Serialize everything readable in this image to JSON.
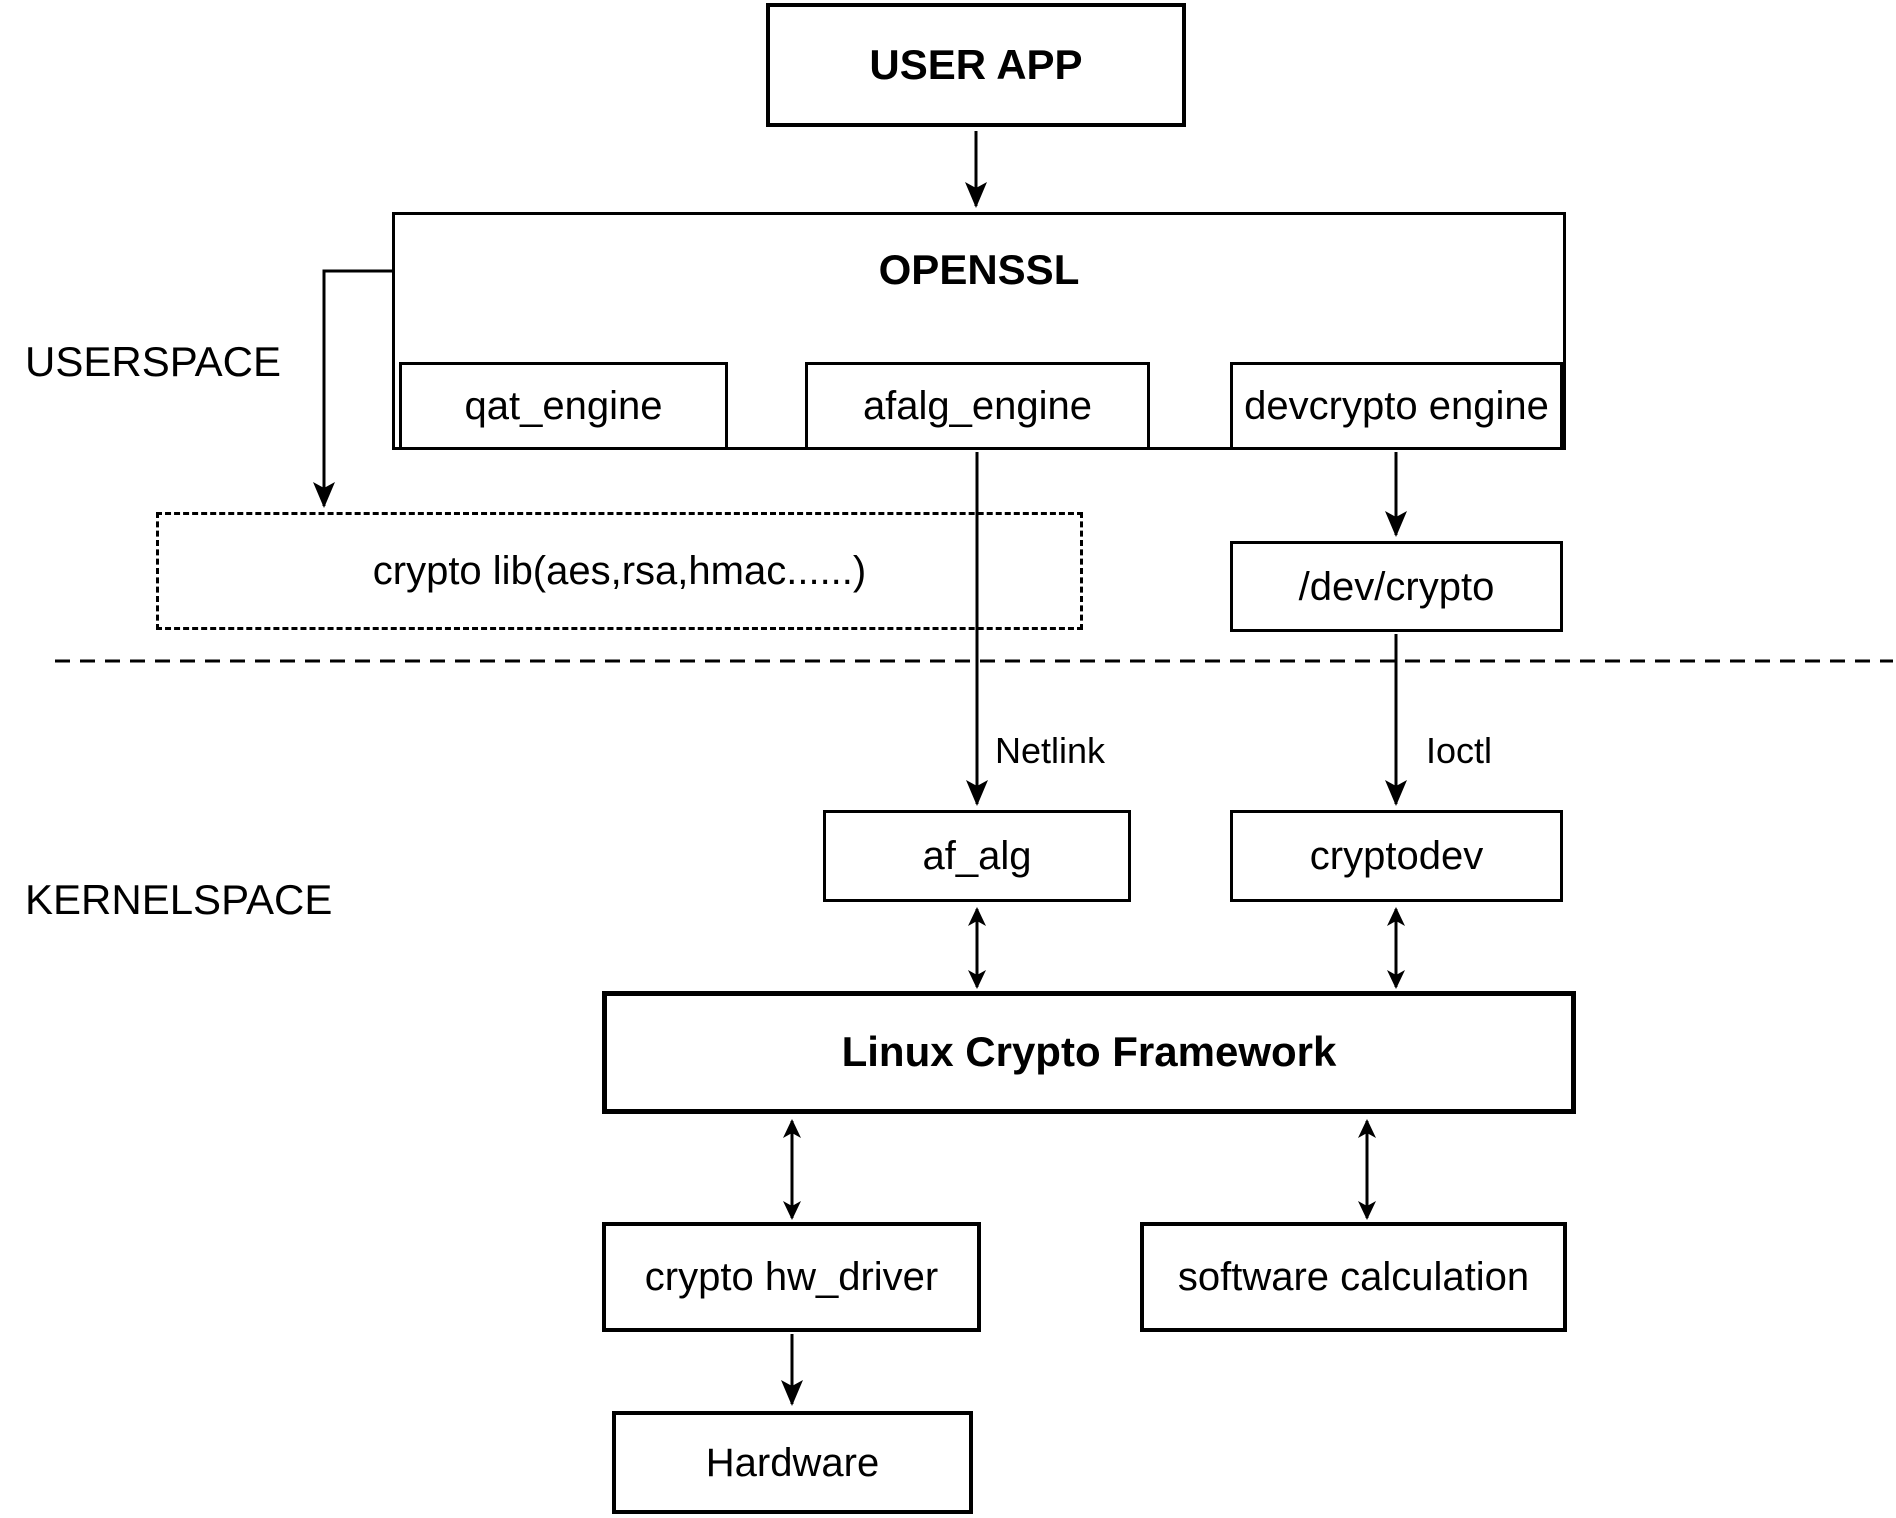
{
  "regions": {
    "userspace": "USERSPACE",
    "kernelspace": "KERNELSPACE"
  },
  "nodes": {
    "user_app": "USER APP",
    "openssl": "OPENSSL",
    "qat_engine": "qat_engine",
    "afalg_engine": "afalg_engine",
    "devcrypto_engine": "devcrypto engine",
    "crypto_lib": "crypto lib(aes,rsa,hmac......)",
    "dev_crypto": "/dev/crypto",
    "af_alg": "af_alg",
    "cryptodev": "cryptodev",
    "linux_crypto_framework": "Linux Crypto Framework",
    "crypto_hw_driver": "crypto hw_driver",
    "software_calculation": "software calculation",
    "hardware": "Hardware"
  },
  "edge_labels": {
    "netlink": "Netlink",
    "ioctl": "Ioctl"
  },
  "colors": {
    "line": "#000000",
    "text": "#000000",
    "background": "#ffffff"
  }
}
